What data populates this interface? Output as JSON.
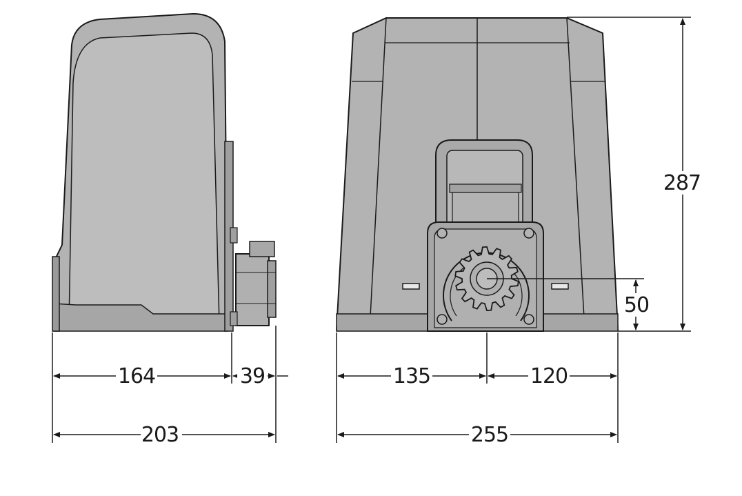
{
  "colors": {
    "body_fill": "#b3b3b3",
    "body_shade": "#a6a6a6",
    "body_light": "#bdbdbd",
    "outline": "#1a1a1a",
    "dimension_line": "#1a1a1a",
    "text": "#1a1a1a"
  },
  "dimensions": {
    "side_depth": "164",
    "side_motor": "39",
    "side_total": "203",
    "front_left": "135",
    "front_right": "120",
    "front_total": "255",
    "height": "287",
    "gear_height": "50"
  },
  "icons": {
    "side_view": "gate-motor-side-view",
    "front_view": "gate-motor-front-view",
    "gear": "pinion-gear-icon"
  }
}
